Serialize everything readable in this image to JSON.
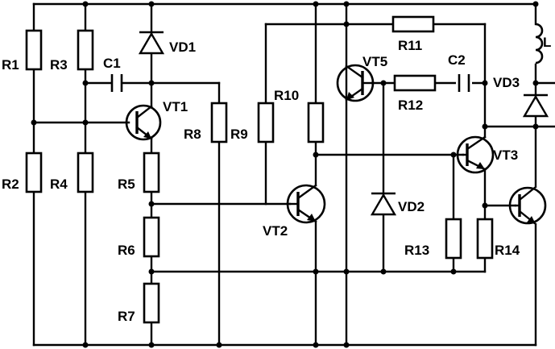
{
  "labels": {
    "R1": "R1",
    "R2": "R2",
    "R3": "R3",
    "R4": "R4",
    "R5": "R5",
    "R6": "R6",
    "R7": "R7",
    "R8": "R8",
    "R9": "R9",
    "R10": "R10",
    "R11": "R11",
    "R12": "R12",
    "R13": "R13",
    "R14": "R14",
    "C1": "C1",
    "C2": "C2",
    "VD1": "VD1",
    "VD2": "VD2",
    "VD3": "VD3",
    "VT1": "VT1",
    "VT2": "VT2",
    "VT3": "VT3",
    "VT5": "VT5",
    "L": "L"
  }
}
